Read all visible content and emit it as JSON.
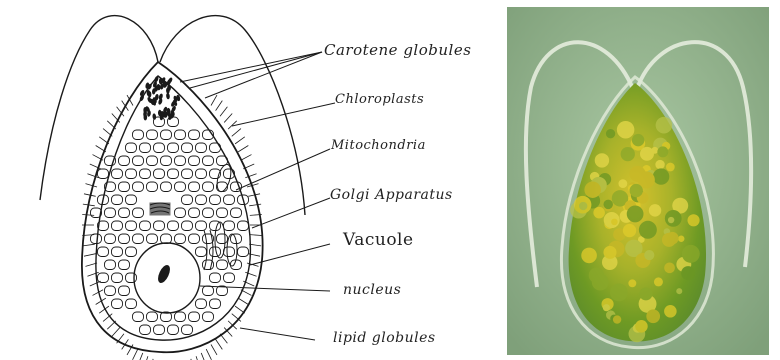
{
  "labels": [
    {
      "key": "carotene",
      "text": "Carotene globules"
    },
    {
      "key": "chloroplasts",
      "text": "Chloroplasts"
    },
    {
      "key": "mitochondria",
      "text": "Mitochondria"
    },
    {
      "key": "golgi",
      "text": "Golgi Apparatus"
    },
    {
      "key": "vacuole",
      "text": "Vacuole"
    },
    {
      "key": "nucleus",
      "text": "nucleus"
    },
    {
      "key": "lipid",
      "text": "lipid globules"
    }
  ],
  "colors": {
    "ink": "#1a1a1a",
    "photo_background": "#8fb08a",
    "cell_green": "#7fa22a",
    "cell_yellow": "#d8c02a"
  }
}
